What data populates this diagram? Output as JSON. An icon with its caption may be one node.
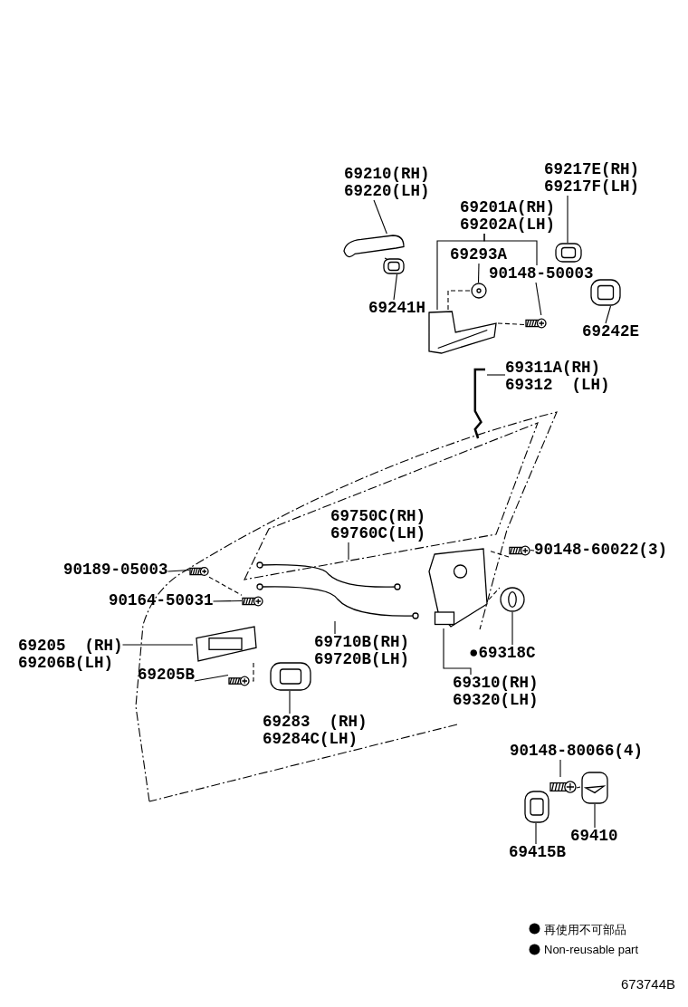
{
  "diagram": {
    "nodes": [
      {
        "text": [
          "69210(RH)",
          "69220(LH)"
        ]
      },
      {
        "text": [],
        "shape": "picture"
      },
      {
        "text": [
          "69241H"
        ]
      },
      {
        "text": [],
        "shape": "picture"
      },
      {
        "text": [
          "69217E(RH)",
          "69217F(LH)"
        ]
      },
      {
        "text": [],
        "shape": "picture"
      },
      {
        "text": [
          "69201A(RH)",
          "69202A(LH)"
        ]
      },
      {
        "text": [],
        "shape": "picture"
      },
      {
        "text": [
          "69293A"
        ]
      },
      {
        "text": [],
        "shape": "picture"
      },
      {
        "text": [
          "90148-50003"
        ]
      },
      {
        "text": [],
        "shape": "picture"
      },
      {
        "text": [
          "69242E"
        ]
      },
      {
        "text": [],
        "shape": "picture"
      },
      {
        "text": [
          "69311A(RH)",
          "69312  (LH)"
        ]
      },
      {
        "text": [],
        "shape": "picture"
      },
      {
        "text": [
          "69750C(RH)",
          "69760C(LH)"
        ]
      },
      {
        "text": [],
        "shape": "picture"
      },
      {
        "text": [],
        "shape": "picture"
      },
      {
        "text": [
          "69710B(RH)",
          "69720B(LH)"
        ]
      },
      {
        "text": [
          "90148-60022(3)"
        ]
      },
      {
        "text": [],
        "shape": "picture"
      },
      {
        "text": [],
        "shape": "picture"
      },
      {
        "text": [],
        "shape": "picture"
      },
      {
        "text": [
          "●69318C"
        ]
      },
      {
        "text": [
          "69310(RH)",
          "69320(LH)"
        ]
      },
      {
        "text": [
          "90189-05003"
        ]
      },
      {
        "text": [],
        "shape": "picture"
      },
      {
        "text": [
          "90164-50031"
        ]
      },
      {
        "text": [],
        "shape": "picture"
      },
      {
        "text": [
          "69205  (RH)",
          "69206B(LH)"
        ]
      },
      {
        "text": [],
        "shape": "picture"
      },
      {
        "text": [
          "69205B"
        ]
      },
      {
        "text": [],
        "shape": "picture"
      },
      {
        "text": [],
        "shape": "picture"
      },
      {
        "text": [
          "69283  (RH)",
          "69284C(LH)"
        ]
      },
      {
        "text": [
          "90148-80066(4)"
        ]
      },
      {
        "text": [],
        "shape": "picture"
      },
      {
        "text": [],
        "shape": "picture"
      },
      {
        "text": [
          "69410"
        ]
      },
      {
        "text": [],
        "shape": "picture"
      },
      {
        "text": [
          "69415B"
        ]
      }
    ],
    "edges": [
      {
        "from": 0,
        "to": 1,
        "arrow": "none"
      },
      {
        "from": 2,
        "to": 3,
        "arrow": "none"
      },
      {
        "from": 4,
        "to": 5,
        "arrow": "none"
      },
      {
        "from": 6,
        "to": 7,
        "arrow": "none"
      },
      {
        "from": 6,
        "to": 10,
        "arrow": "none"
      },
      {
        "from": 8,
        "to": 9,
        "arrow": "none"
      },
      {
        "from": 10,
        "to": 11,
        "arrow": "none"
      },
      {
        "from": 12,
        "to": 13,
        "arrow": "none"
      },
      {
        "from": 14,
        "to": 15,
        "arrow": "none"
      },
      {
        "from": 16,
        "to": 17,
        "arrow": "none"
      },
      {
        "from": 19,
        "to": 18,
        "arrow": "none"
      },
      {
        "from": 20,
        "to": 21,
        "arrow": "none"
      },
      {
        "from": 24,
        "to": 23,
        "arrow": "none"
      },
      {
        "from": 25,
        "to": 22,
        "arrow": "none"
      },
      {
        "from": 26,
        "to": 27,
        "arrow": "none"
      },
      {
        "from": 28,
        "to": 29,
        "arrow": "none"
      },
      {
        "from": 30,
        "to": 31,
        "arrow": "none"
      },
      {
        "from": 32,
        "to": 33,
        "arrow": "none"
      },
      {
        "from": 35,
        "to": 34,
        "arrow": "none"
      },
      {
        "from": 36,
        "to": 37,
        "arrow": "none"
      },
      {
        "from": 39,
        "to": 38,
        "arrow": "none"
      },
      {
        "from": 41,
        "to": 40,
        "arrow": "none"
      },
      {
        "from": 1,
        "to": 3,
        "arrow": "none",
        "style": "dashed"
      },
      {
        "from": 9,
        "to": 7,
        "arrow": "none",
        "style": "dashed"
      },
      {
        "from": 7,
        "to": 11,
        "arrow": "none",
        "style": "dashed"
      },
      {
        "from": 27,
        "to": 29,
        "arrow": "none",
        "style": "dashed"
      },
      {
        "from": 31,
        "to": 33,
        "arrow": "none",
        "style": "dashed"
      },
      {
        "from": 21,
        "to": 22,
        "arrow": "none",
        "style": "dashed"
      },
      {
        "from": 22,
        "to": 23,
        "arrow": "none",
        "style": "dashed"
      },
      {
        "from": 37,
        "to": 38,
        "arrow": "none",
        "style": "dashed"
      }
    ],
    "labels": [
      "673744B"
    ],
    "legend": [
      {
        "text": "再使用不可部品"
      },
      {
        "text": "Non-reusable part"
      }
    ]
  }
}
